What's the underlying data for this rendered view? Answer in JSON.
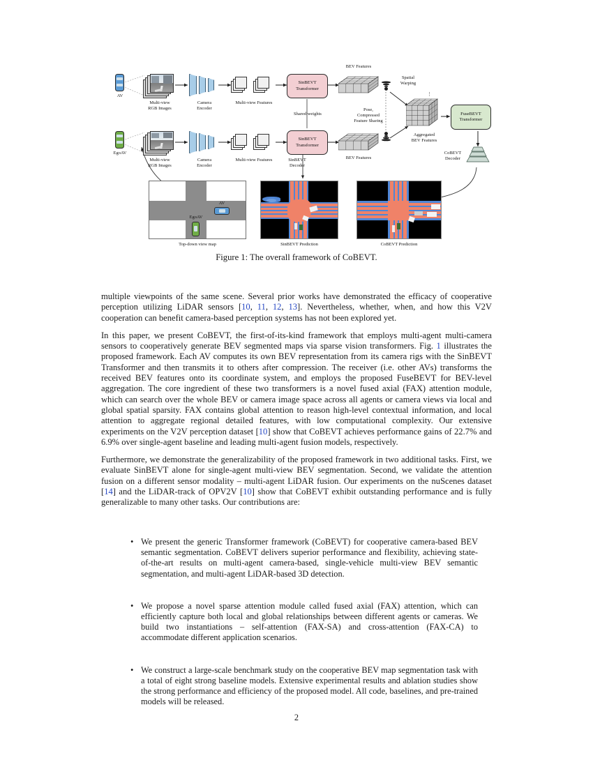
{
  "document": {
    "page_number": "2",
    "figure": {
      "caption": "Figure 1: The overall framework of CoBEVT.",
      "nodes": {
        "av_label": "AV",
        "egoav_label": "EgoAV",
        "rgb_images_top": "Multi-view\nRGB Images",
        "rgb_images_bottom": "Multi-view\nRGB Images",
        "camera_encoder_top": "Camera\nEncoder",
        "camera_encoder_bottom": "Camera\nEncoder",
        "mv_features_top": "Multi-view Features",
        "mv_features_bottom": "Multi-view Features",
        "sinbevt_transformer_top": "SinBEVT\nTransformer",
        "sinbevt_transformer_bottom": "SinBEVT\nTransformer",
        "shared_weights": "Shared weights",
        "bev_features_top": "BEV Features",
        "bev_features_bottom": "BEV Features",
        "spatial_warping": "Spatial\nWarping",
        "pose_sharing": "Pose,\nCompressed\nFeature Sharing",
        "aggregated_bev": "Aggregated\nBEV Features",
        "fusebevt_transformer": "FuseBEVT\nTransformer",
        "cobevt_decoder": "CoBEVT\nDecoder",
        "sinbevt_decoder": "SinBEVT\nDecoder"
      },
      "panels": [
        {
          "id": "topdown",
          "caption": "Top-down view map",
          "av_tag": "AV",
          "egoav_tag": "EgoAV"
        },
        {
          "id": "sinbevt",
          "caption": "SinBEVT Prediction"
        },
        {
          "id": "cobevt",
          "caption": "CoBEVT Prediction"
        }
      ],
      "colors": {
        "sinbevt_box": "#f3cfd3",
        "fusebevt_box": "#d8e8ce",
        "encoder_blade": "#a8cde8",
        "av_car": "#5b9bd5",
        "egoav_car": "#70ad47",
        "road_gray": "#8c8c8c",
        "prediction_road": "#f08268",
        "prediction_lane": "#4f86d6",
        "prediction_bg": "#000000"
      }
    },
    "paragraphs": [
      {
        "id": "para-1",
        "runs": [
          {
            "t": "multiple viewpoints of the same scene. Several prior works have demonstrated the efficacy of cooperative perception utilizing LiDAR sensors ["
          },
          {
            "t": "10",
            "cite": true
          },
          {
            "t": ", "
          },
          {
            "t": "11",
            "cite": true
          },
          {
            "t": ", "
          },
          {
            "t": "12",
            "cite": true
          },
          {
            "t": ", "
          },
          {
            "t": "13",
            "cite": true
          },
          {
            "t": "]. Nevertheless, whether, when, and how this V2V cooperation can benefit camera-based perception systems has not been explored yet."
          }
        ]
      },
      {
        "id": "para-2",
        "runs": [
          {
            "t": "In this paper, we present CoBEVT, the first-of-its-kind framework that employs multi-agent multi-camera sensors to cooperatively generate BEV segmented maps via sparse vision transformers. Fig. "
          },
          {
            "t": "1",
            "cite": true
          },
          {
            "t": " illustrates the proposed framework. Each AV computes its own BEV representation from its camera rigs with the SinBEVT Transformer and then transmits it to others after compression. The receiver (i.e. other AVs) transforms the received BEV features onto its coordinate system, and employs the proposed FuseBEVT for BEV-level aggregation. The core ingredient of these two transformers is a novel fused axial (FAX) attention module, which can search over the whole BEV or camera image space across all agents or camera views via local and global spatial sparsity. FAX contains global attention to reason high-level contextual information, and local attention to aggregate regional detailed features, with low computational complexity. Our extensive experiments on the V2V perception dataset ["
          },
          {
            "t": "10",
            "cite": true
          },
          {
            "t": "] show that CoBEVT achieves performance gains of 22.7% and 6.9% over single-agent baseline and leading multi-agent fusion models, respectively."
          }
        ]
      },
      {
        "id": "para-3",
        "runs": [
          {
            "t": "Furthermore, we demonstrate the generalizability of the proposed framework in two additional tasks. First, we evaluate SinBEVT alone for single-agent multi-view BEV segmentation. Second, we validate the attention fusion on a different sensor modality – multi-agent LiDAR fusion. Our experiments on the nuScenes dataset ["
          },
          {
            "t": "14",
            "cite": true
          },
          {
            "t": "] and the LiDAR-track of OPV2V ["
          },
          {
            "t": "10",
            "cite": true
          },
          {
            "t": "] show that CoBEVT exhibit outstanding performance and is fully generalizable to many other tasks. Our contributions are:"
          }
        ]
      }
    ],
    "bullets": [
      {
        "id": "bullet-1",
        "marker": "•",
        "text": "We present the generic Transformer framework (CoBEVT) for cooperative camera-based BEV semantic segmentation. CoBEVT delivers superior performance and flexibility, achieving state-of-the-art results on multi-agent camera-based, single-vehicle multi-view BEV semantic segmentation, and multi-agent LiDAR-based 3D detection."
      },
      {
        "id": "bullet-2",
        "marker": "•",
        "text": "We propose a novel sparse attention module called fused axial (FAX) attention, which can efficiently capture both local and global relationships between different agents or cameras. We build two instantiations – self-attention (FAX-SA) and cross-attention (FAX-CA) to accommodate different application scenarios."
      },
      {
        "id": "bullet-3",
        "marker": "•",
        "text": "We construct a large-scale benchmark study on the cooperative BEV map segmentation task with a total of eight strong baseline models. Extensive experimental results and ablation studies show the strong performance and efficiency of the proposed model. All code, baselines, and pre-trained models will be released."
      }
    ]
  }
}
